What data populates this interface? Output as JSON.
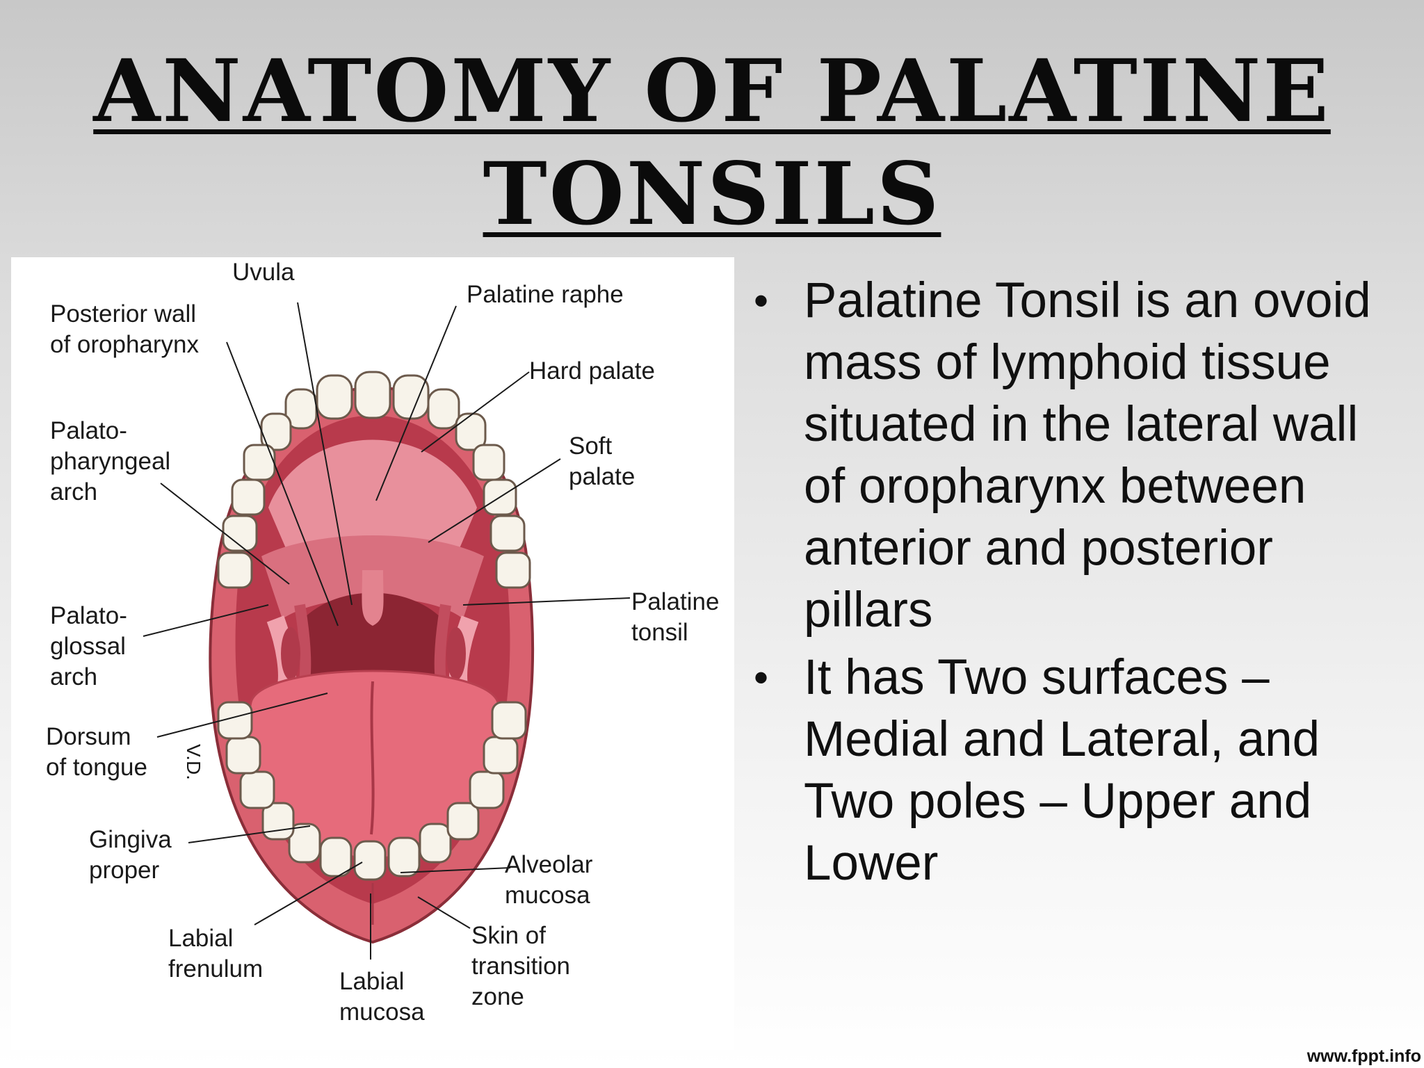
{
  "slide": {
    "title_line1": "ANATOMY OF PALATINE",
    "title_line2": "TONSILS"
  },
  "diagram": {
    "labels": {
      "uvula": "Uvula",
      "posterior_wall": "Posterior wall\nof oropharynx",
      "palatine_raphe": "Palatine raphe",
      "hard_palate": "Hard palate",
      "palatopharyngeal_arch": "Palato-\npharyngeal\narch",
      "soft_palate": "Soft\npalate",
      "palatine_tonsil": "Palatine\ntonsil",
      "palatoglossal_arch": "Palato-\nglossal\narch",
      "dorsum_of_tongue": "Dorsum\nof tongue",
      "gingiva_proper": "Gingiva\nproper",
      "alveolar_mucosa": "Alveolar\nmucosa",
      "labial_frenulum": "Labial\nfrenulum",
      "skin_of_transition_zone": "Skin of\ntransition\nzone",
      "labial_mucosa": "Labial\nmucosa",
      "artist_initials": "V.D."
    }
  },
  "bullets": [
    "Palatine Tonsil is an ovoid mass of lymphoid tissue situated in the lateral wall of oropharynx between anterior and posterior pillars",
    "It has Two surfaces – Medial and Lateral, and Two poles – Upper and Lower"
  ],
  "bullet_glyph": "•",
  "footer": {
    "url": "www.fppt.info"
  },
  "colors": {
    "lip": "#d9616f",
    "mouth_dark": "#8c2533",
    "tongue": "#e66b7b",
    "tooth": "#f7f3ea"
  }
}
